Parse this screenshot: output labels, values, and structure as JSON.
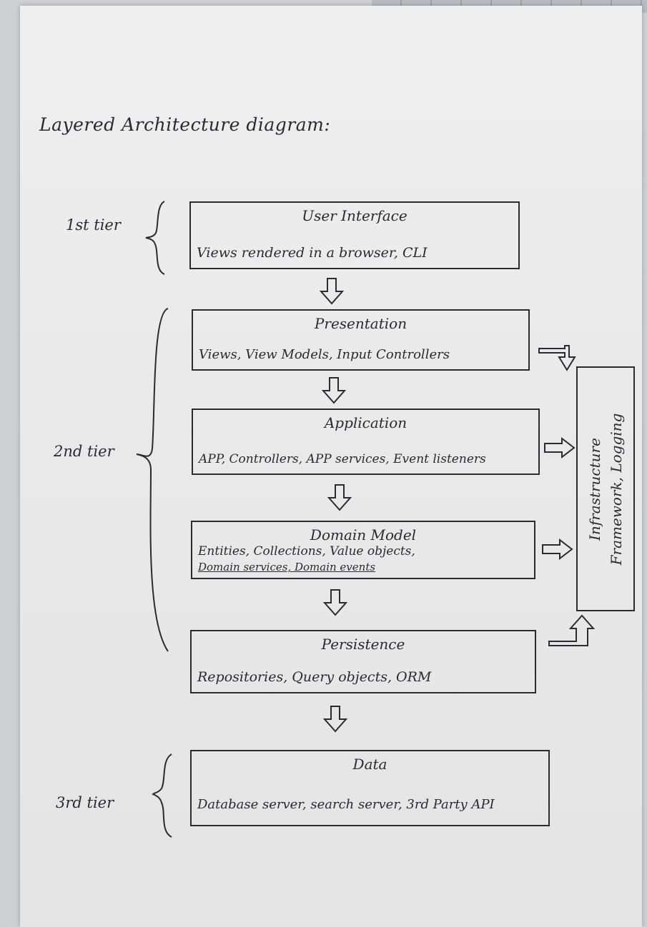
{
  "title": "Layered Architecture diagram:",
  "tiers": {
    "first": "1st tier",
    "second": "2nd tier",
    "third": "3rd tier"
  },
  "layers": [
    {
      "name": "User Interface",
      "desc": "Views rendered in a browser, CLI"
    },
    {
      "name": "Presentation",
      "desc": "Views, View Models, Input Controllers"
    },
    {
      "name": "Application",
      "desc": "APP, Controllers, APP services, Event listeners"
    },
    {
      "name": "Domain Model",
      "desc": "Entities, Collections, Value objects,",
      "desc2": "Domain services, Domain events"
    },
    {
      "name": "Persistence",
      "desc": "Repositories, Query objects, ORM"
    },
    {
      "name": "Data",
      "desc": "Database server, search server, 3rd Party API"
    }
  ],
  "infrastructure": {
    "line1": "Infrastructure",
    "line2": "Framework, Logging"
  },
  "colors": {
    "ink": "#2a2a30",
    "paper": "#ececec"
  }
}
